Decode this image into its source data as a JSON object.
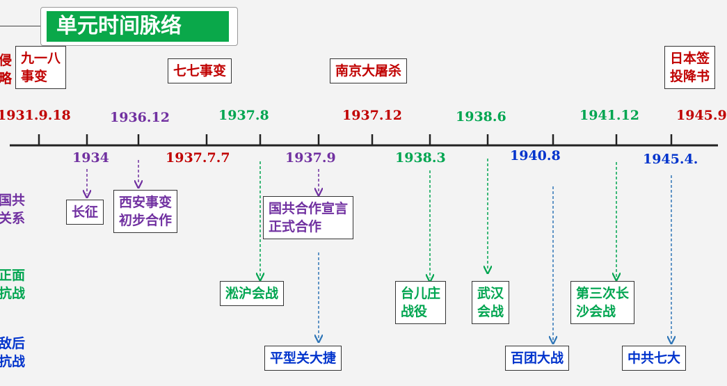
{
  "title": "单元时间脉络",
  "categories": {
    "top_partial": [
      "侵",
      "略"
    ],
    "kmt_cpc": [
      "国共",
      "关系"
    ],
    "frontal": [
      "正面",
      "抗战"
    ],
    "rear": [
      "敌后",
      "抗战"
    ]
  },
  "top_events": {
    "e1": [
      "九一八",
      "事变"
    ],
    "e2": "七七事变",
    "e3": "南京大屠杀",
    "e4": [
      "日本签",
      "投降书"
    ]
  },
  "dates_above": [
    "1931.9.18",
    "1936.12",
    "1937.8",
    "1937.12",
    "1938.6",
    "1941.12",
    "1945.9"
  ],
  "dates_below": [
    "1934",
    "1937.7.7",
    "1937.9",
    "1938.3",
    "1940.8",
    "1945.4."
  ],
  "relation_events": {
    "long_march": "长征",
    "xian": [
      "西安事变",
      "初步合作"
    ],
    "coop": [
      "国共合作宣言",
      "正式合作"
    ]
  },
  "frontal_events": {
    "songhu": "淞沪会战",
    "taierzhuang": [
      "台儿庄",
      "战役"
    ],
    "wuhan": [
      "武汉",
      "会战"
    ],
    "changsha": [
      "第三次长",
      "沙会战"
    ]
  },
  "rear_events": {
    "pingxingguan": "平型关大捷",
    "baituan": "百团大战",
    "congress": "中共七大"
  },
  "colors": {
    "red": "#c00000",
    "purple": "#7030a0",
    "green": "#00a550",
    "blue": "#0033cc",
    "title_bg": "#0aa84a"
  }
}
